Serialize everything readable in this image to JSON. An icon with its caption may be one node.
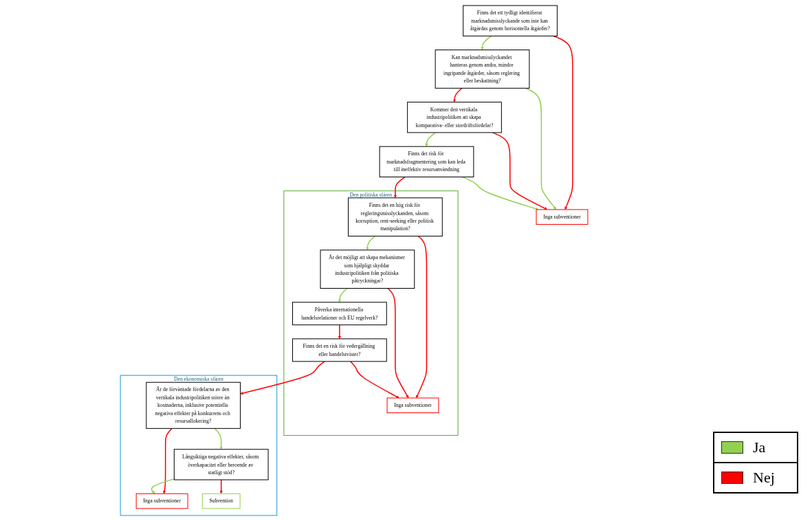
{
  "diagram": {
    "nodes": [
      {
        "text": [
          "Finns det ett tydligt identifierat marknadsmisslyckande som inte kan åtgärdas genom horisontella åtgärder?"
        ]
      },
      {
        "text": [
          "Inga subventioner"
        ]
      },
      {
        "text": [
          "Kan marknadsmisslyckandet hanteras genom andra, mindre ingripande åtgärder, såsom reglering eller beskattning?"
        ]
      },
      {
        "text": [
          "Kommer den vertikala industripolitiken att skapa komparativa- eller stordriftsfördelar?"
        ]
      },
      {
        "text": [
          "Finns det risk för marknadsfragmentering som kan leda till ineffektiv resursanvändning"
        ]
      },
      {
        "text": [
          "Den politiska sfären"
        ]
      },
      {
        "text": [
          "Inga subventioner"
        ],
        "in": 5
      },
      {
        "text": [
          "Finns det en risk för vedergällning eller handelstvister?"
        ],
        "in": 5
      },
      {
        "text": [
          "Påverka internationella handelsrelationer och EU regelverk?"
        ],
        "in": 5
      },
      {
        "text": [
          "Är det möjligt att skapa mekanismer som hjälpligt skyddar industripolitiken från politiska påtryckningar?"
        ],
        "in": 5
      },
      {
        "text": [
          "Finns det en hög risk för regleringsmisslyckanden, såsom korruption, rent-seeking eller politisk manipulation?"
        ],
        "in": 5
      },
      {
        "text": [
          "Den ekonomiska sfären"
        ]
      },
      {
        "text": [
          "Är de förväntade fördelarna av den vertikala industripolitiken större än kostnaderna, inklusive potentiella negativa effekter på konkurrens och resursallokering?"
        ],
        "in": 11
      },
      {
        "text": [
          "Långsiktiga negativa effekter, såsom överkapacitet eller beroende av statligt stöd?"
        ],
        "in": 11
      },
      {
        "text": [
          "Inga subventioner"
        ],
        "in": 11
      },
      {
        "text": [
          "Subvention"
        ],
        "in": 11
      }
    ],
    "edges": [
      {
        "from": 0,
        "to": 1,
        "arrow": "to",
        "color": "#ff0000"
      },
      {
        "from": 0,
        "to": 2,
        "arrow": "to",
        "color": "#92d050"
      },
      {
        "from": 2,
        "to": 1,
        "arrow": "to",
        "color": "#92d050"
      },
      {
        "from": 2,
        "to": 3,
        "arrow": "to",
        "color": "#ff0000"
      },
      {
        "from": 3,
        "to": 1,
        "arrow": "to",
        "color": "#ff0000"
      },
      {
        "from": 3,
        "to": 4,
        "arrow": "to",
        "color": "#92d050"
      },
      {
        "from": 4,
        "to": 1,
        "arrow": "to",
        "color": "#92d050"
      },
      {
        "from": 4,
        "to": 10,
        "arrow": "to",
        "color": "#ff0000"
      },
      {
        "from": 10,
        "to": 6,
        "arrow": "to",
        "color": "#ff0000"
      },
      {
        "from": 10,
        "to": 9,
        "arrow": "to",
        "color": "#92d050"
      },
      {
        "from": 9,
        "to": 6,
        "arrow": "to",
        "color": "#ff0000"
      },
      {
        "from": 9,
        "to": 8,
        "arrow": "to",
        "color": "#92d050"
      },
      {
        "from": 8,
        "to": 7,
        "arrow": "to",
        "color": "#ff0000"
      },
      {
        "from": 7,
        "to": 6,
        "arrow": "to",
        "color": "#ff0000"
      },
      {
        "from": 7,
        "to": 12,
        "arrow": "to",
        "color": "#ff0000"
      },
      {
        "from": 12,
        "to": 13,
        "arrow": "to",
        "color": "#92d050"
      },
      {
        "from": 12,
        "to": 14,
        "arrow": "to",
        "color": "#ff0000"
      },
      {
        "from": 13,
        "to": 14,
        "arrow": "to",
        "color": "#92d050"
      },
      {
        "from": 13,
        "to": 15,
        "arrow": "to",
        "color": "#ff0000"
      }
    ],
    "legend": [
      {
        "text": "Ja",
        "color": "#92d050"
      },
      {
        "text": "Nej",
        "color": "#ff0000"
      }
    ]
  }
}
